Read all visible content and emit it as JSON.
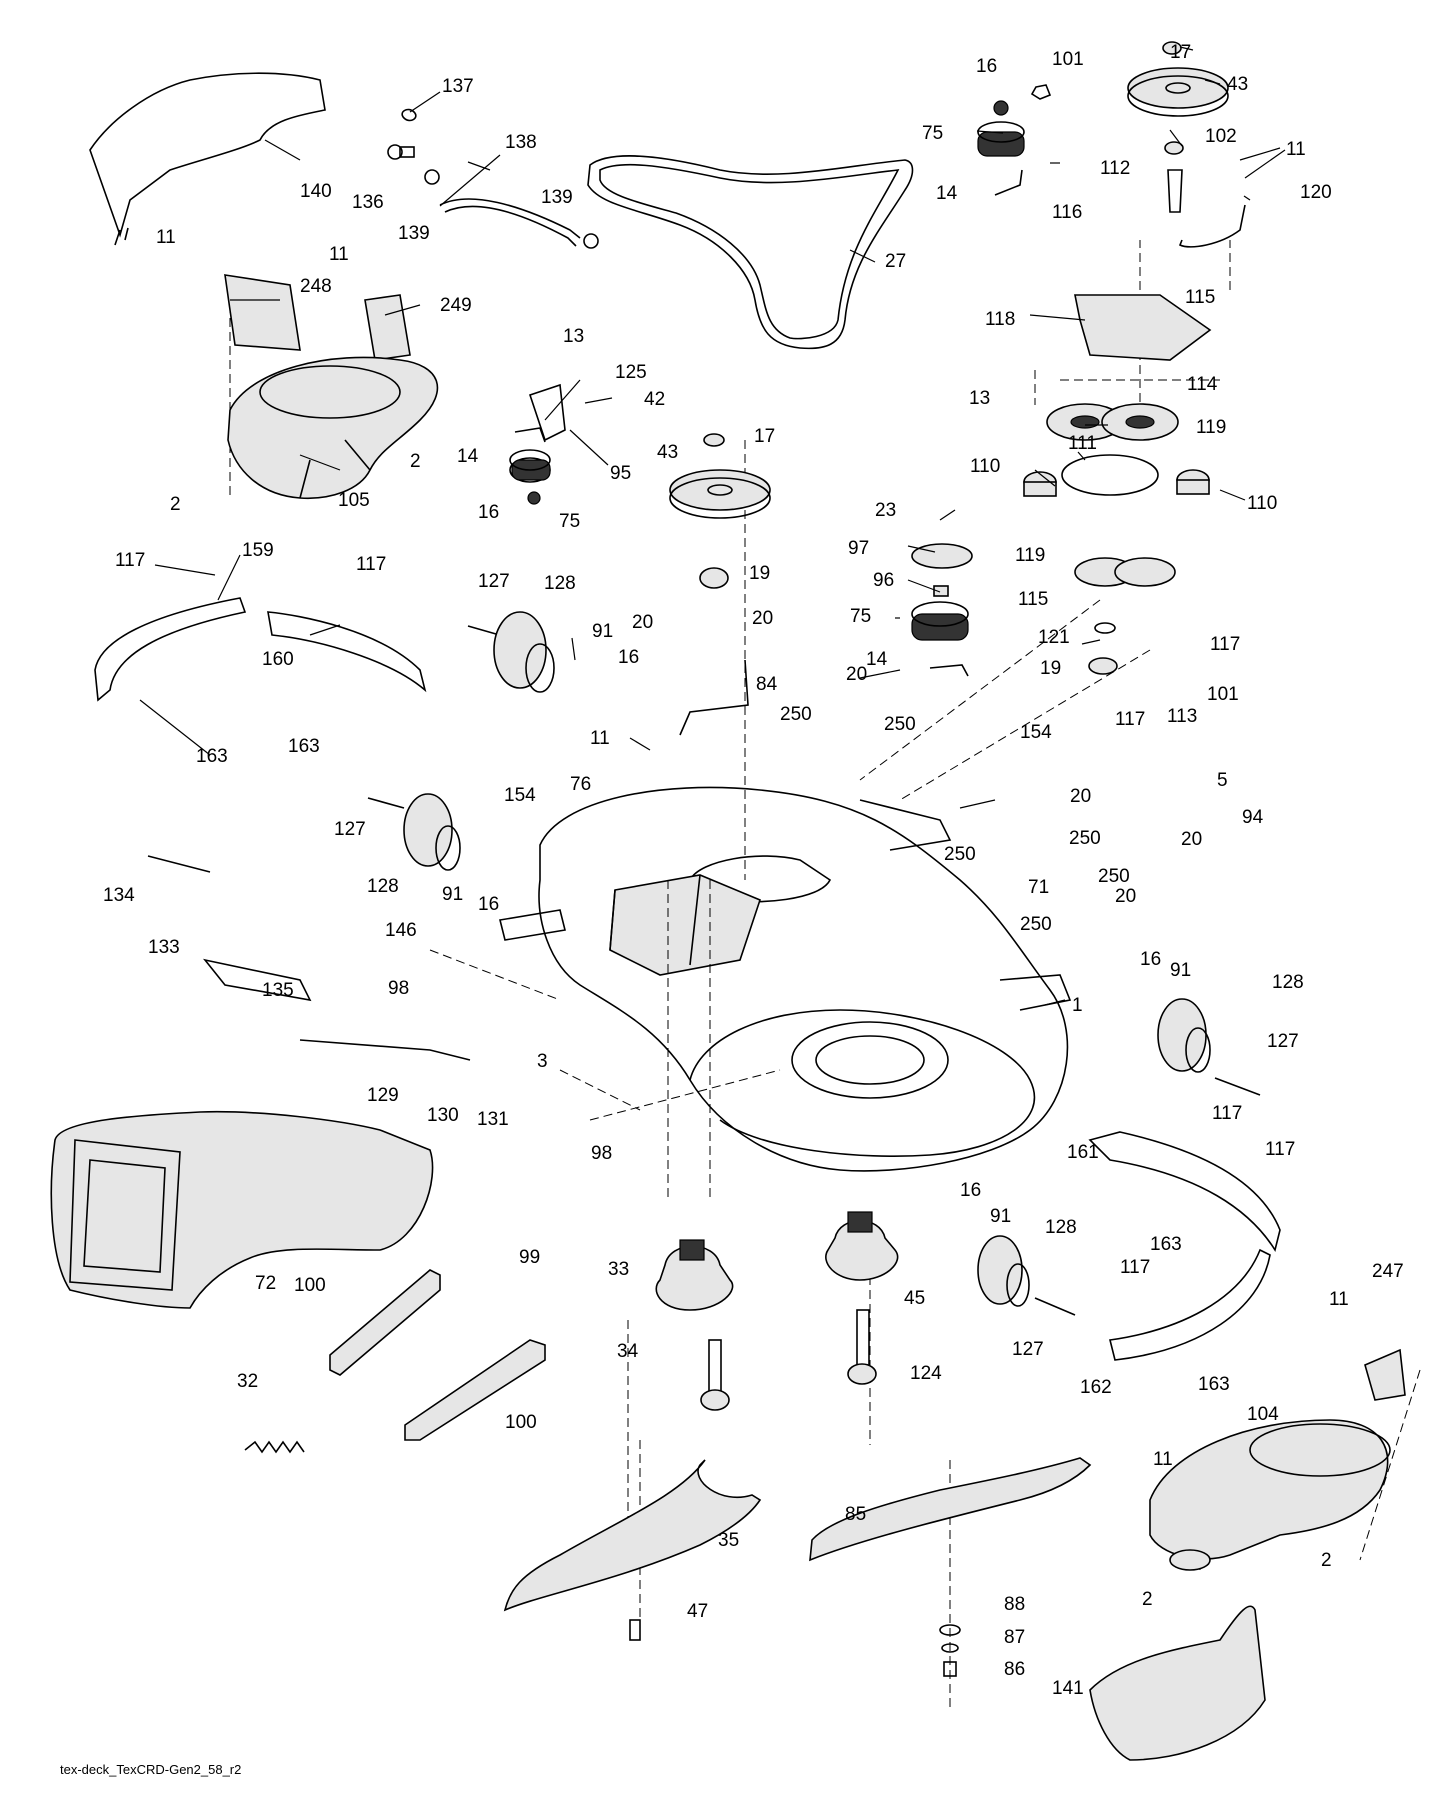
{
  "diagram": {
    "caption": "tex-deck_TexCRD-Gen2_58_r2",
    "labels": [
      {
        "id": "l1",
        "text": "17"
      },
      {
        "id": "l2",
        "text": "43"
      },
      {
        "id": "l3",
        "text": "16"
      },
      {
        "id": "l4",
        "text": "101"
      },
      {
        "id": "l5",
        "text": "75"
      },
      {
        "id": "l6",
        "text": "102"
      },
      {
        "id": "l7",
        "text": "11"
      },
      {
        "id": "l8",
        "text": "112"
      },
      {
        "id": "l9",
        "text": "120"
      },
      {
        "id": "l10",
        "text": "14"
      },
      {
        "id": "l11",
        "text": "116"
      },
      {
        "id": "l12",
        "text": "137"
      },
      {
        "id": "l13",
        "text": "138"
      },
      {
        "id": "l14",
        "text": "136"
      },
      {
        "id": "l15",
        "text": "139"
      },
      {
        "id": "l16",
        "text": "139"
      },
      {
        "id": "l17",
        "text": "140"
      },
      {
        "id": "l18",
        "text": "27"
      },
      {
        "id": "l19",
        "text": "11"
      },
      {
        "id": "l20",
        "text": "248"
      },
      {
        "id": "l21",
        "text": "11"
      },
      {
        "id": "l22",
        "text": "249"
      },
      {
        "id": "l23",
        "text": "118"
      },
      {
        "id": "l24",
        "text": "115"
      },
      {
        "id": "l25",
        "text": "13"
      },
      {
        "id": "l26",
        "text": "125"
      },
      {
        "id": "l27",
        "text": "114"
      },
      {
        "id": "l28",
        "text": "13"
      },
      {
        "id": "l29",
        "text": "42"
      },
      {
        "id": "l30",
        "text": "119"
      },
      {
        "id": "l31",
        "text": "2"
      },
      {
        "id": "l32",
        "text": "14"
      },
      {
        "id": "l33",
        "text": "95"
      },
      {
        "id": "l34",
        "text": "43"
      },
      {
        "id": "l35",
        "text": "17"
      },
      {
        "id": "l36",
        "text": "111"
      },
      {
        "id": "l37",
        "text": "110"
      },
      {
        "id": "l38",
        "text": "110"
      },
      {
        "id": "l39",
        "text": "2"
      },
      {
        "id": "l40",
        "text": "105"
      },
      {
        "id": "l41",
        "text": "16"
      },
      {
        "id": "l42",
        "text": "75"
      },
      {
        "id": "l43",
        "text": "23"
      },
      {
        "id": "l44",
        "text": "117"
      },
      {
        "id": "l45",
        "text": "159"
      },
      {
        "id": "l46",
        "text": "117"
      },
      {
        "id": "l47",
        "text": "97"
      },
      {
        "id": "l48",
        "text": "119"
      },
      {
        "id": "l49",
        "text": "19"
      },
      {
        "id": "l50",
        "text": "96"
      },
      {
        "id": "l51",
        "text": "127"
      },
      {
        "id": "l52",
        "text": "128"
      },
      {
        "id": "l53",
        "text": "115"
      },
      {
        "id": "l54",
        "text": "20"
      },
      {
        "id": "l55",
        "text": "20"
      },
      {
        "id": "l56",
        "text": "75"
      },
      {
        "id": "l57",
        "text": "121"
      },
      {
        "id": "l58",
        "text": "117"
      },
      {
        "id": "l59",
        "text": "91"
      },
      {
        "id": "l60",
        "text": "160"
      },
      {
        "id": "l61",
        "text": "16"
      },
      {
        "id": "l62",
        "text": "14"
      },
      {
        "id": "l63",
        "text": "19"
      },
      {
        "id": "l64",
        "text": "101"
      },
      {
        "id": "l65",
        "text": "20"
      },
      {
        "id": "l66",
        "text": "84"
      },
      {
        "id": "l67",
        "text": "117"
      },
      {
        "id": "l68",
        "text": "113"
      },
      {
        "id": "l69",
        "text": "163"
      },
      {
        "id": "l70",
        "text": "163"
      },
      {
        "id": "l71",
        "text": "250"
      },
      {
        "id": "l72",
        "text": "250"
      },
      {
        "id": "l73",
        "text": "11"
      },
      {
        "id": "l74",
        "text": "154"
      },
      {
        "id": "l75",
        "text": "76"
      },
      {
        "id": "l76",
        "text": "154"
      },
      {
        "id": "l77",
        "text": "5"
      },
      {
        "id": "l78",
        "text": "127"
      },
      {
        "id": "l79",
        "text": "20"
      },
      {
        "id": "l80",
        "text": "94"
      },
      {
        "id": "l81",
        "text": "250"
      },
      {
        "id": "l82",
        "text": "250"
      },
      {
        "id": "l83",
        "text": "20"
      },
      {
        "id": "l84",
        "text": "250"
      },
      {
        "id": "l85",
        "text": "128"
      },
      {
        "id": "l86",
        "text": "71"
      },
      {
        "id": "l87",
        "text": "20"
      },
      {
        "id": "l88",
        "text": "91"
      },
      {
        "id": "l89",
        "text": "16"
      },
      {
        "id": "l90",
        "text": "134"
      },
      {
        "id": "l91",
        "text": "250"
      },
      {
        "id": "l92",
        "text": "146"
      },
      {
        "id": "l93",
        "text": "133"
      },
      {
        "id": "l94",
        "text": "135"
      },
      {
        "id": "l95",
        "text": "98"
      },
      {
        "id": "l96",
        "text": "16"
      },
      {
        "id": "l97",
        "text": "91"
      },
      {
        "id": "l98",
        "text": "128"
      },
      {
        "id": "l99",
        "text": "127"
      },
      {
        "id": "l100",
        "text": "3"
      },
      {
        "id": "l101",
        "text": "129"
      },
      {
        "id": "l102",
        "text": "130"
      },
      {
        "id": "l103",
        "text": "131"
      },
      {
        "id": "l104",
        "text": "1"
      },
      {
        "id": "l105",
        "text": "98"
      },
      {
        "id": "l106",
        "text": "117"
      },
      {
        "id": "l107",
        "text": "117"
      },
      {
        "id": "l108",
        "text": "161"
      },
      {
        "id": "l109",
        "text": "16"
      },
      {
        "id": "l110",
        "text": "91"
      },
      {
        "id": "l111",
        "text": "128"
      },
      {
        "id": "l112",
        "text": "163"
      },
      {
        "id": "l113",
        "text": "72"
      },
      {
        "id": "l114",
        "text": "100"
      },
      {
        "id": "l115",
        "text": "99"
      },
      {
        "id": "l116",
        "text": "33"
      },
      {
        "id": "l117",
        "text": "45"
      },
      {
        "id": "l118",
        "text": "127"
      },
      {
        "id": "l119",
        "text": "117"
      },
      {
        "id": "l120",
        "text": "247"
      },
      {
        "id": "l121",
        "text": "11"
      },
      {
        "id": "l122",
        "text": "34"
      },
      {
        "id": "l123",
        "text": "124"
      },
      {
        "id": "l124",
        "text": "162"
      },
      {
        "id": "l125",
        "text": "163"
      },
      {
        "id": "l126",
        "text": "32"
      },
      {
        "id": "l127",
        "text": "100"
      },
      {
        "id": "l128",
        "text": "104"
      },
      {
        "id": "l129",
        "text": "11"
      },
      {
        "id": "l130",
        "text": "85"
      },
      {
        "id": "l131",
        "text": "35"
      },
      {
        "id": "l132",
        "text": "2"
      },
      {
        "id": "l133",
        "text": "2"
      },
      {
        "id": "l134",
        "text": "47"
      },
      {
        "id": "l135",
        "text": "88"
      },
      {
        "id": "l136",
        "text": "87"
      },
      {
        "id": "l137",
        "text": "86"
      },
      {
        "id": "l138",
        "text": "141"
      }
    ]
  }
}
